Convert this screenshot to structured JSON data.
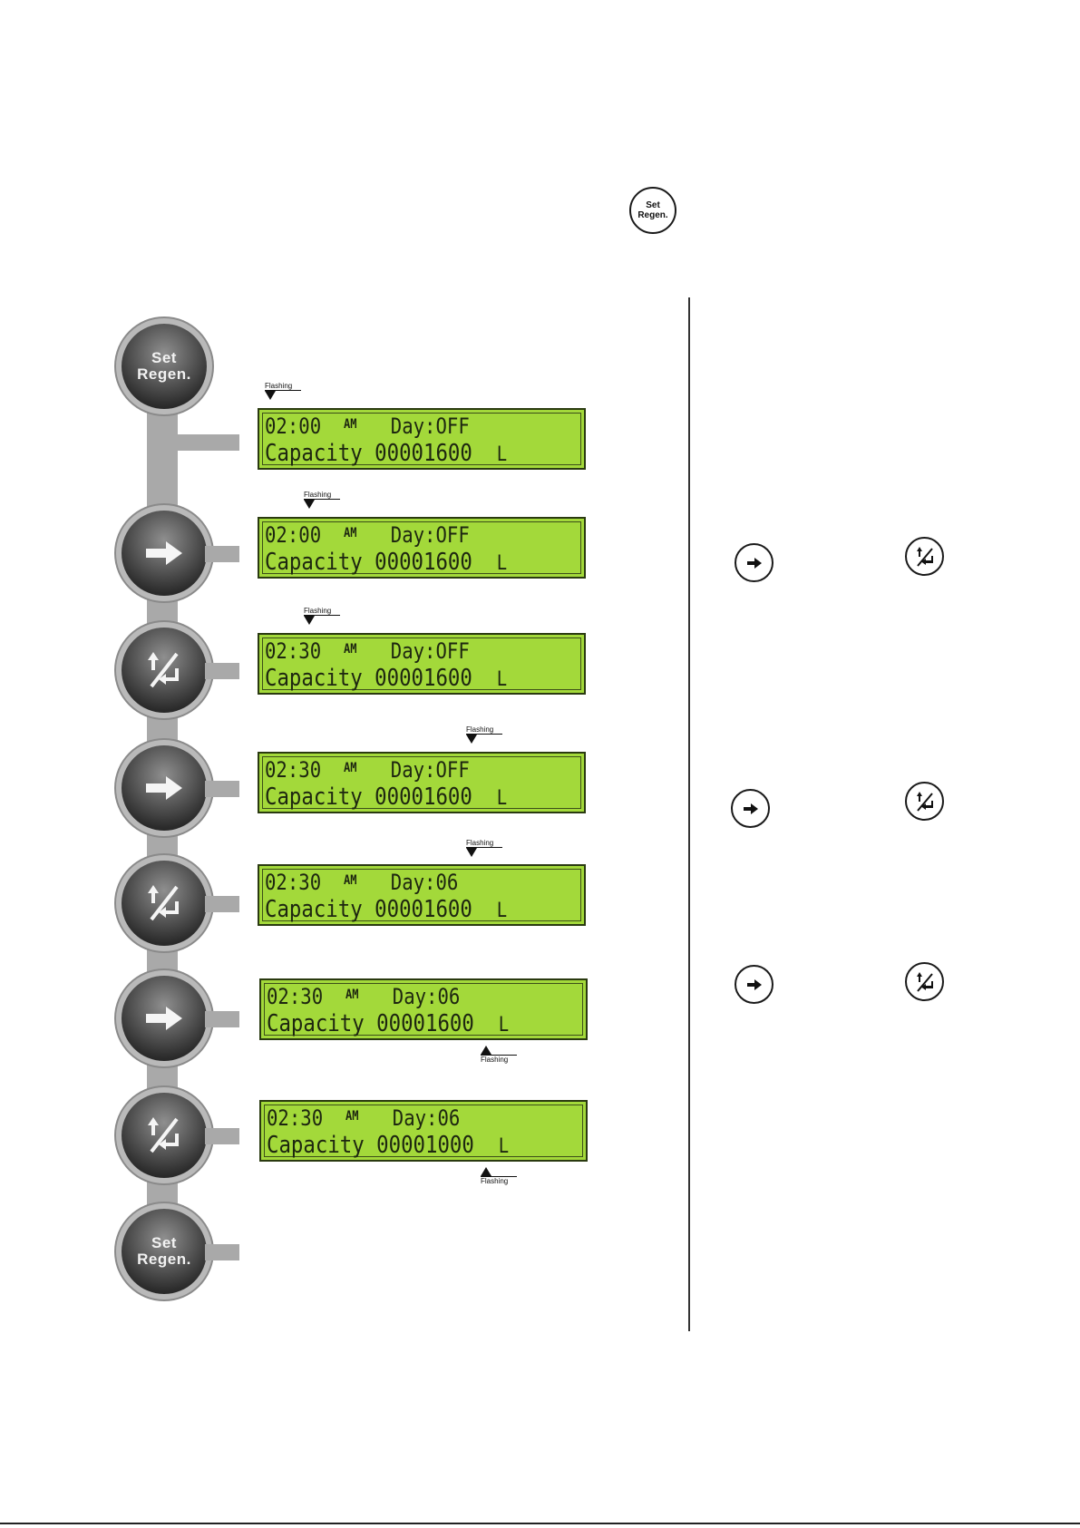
{
  "header_button": {
    "label_line1": "Set",
    "label_line2": "Regen."
  },
  "flow_buttons": [
    {
      "type": "set",
      "label_line1": "Set",
      "label_line2": "Regen."
    },
    {
      "type": "right"
    },
    {
      "type": "updown"
    },
    {
      "type": "right"
    },
    {
      "type": "updown"
    },
    {
      "type": "right"
    },
    {
      "type": "updown"
    },
    {
      "type": "set",
      "label_line1": "Set",
      "label_line2": "Regen."
    }
  ],
  "lcd_screens": [
    {
      "time": "02:00",
      "ampm": "AM",
      "day": "Day:OFF",
      "label": "Capacity",
      "value": "00001600",
      "unit": "L"
    },
    {
      "time": "02:00",
      "ampm": "AM",
      "day": "Day:OFF",
      "label": "Capacity",
      "value": "00001600",
      "unit": "L"
    },
    {
      "time": "02:30",
      "ampm": "AM",
      "day": "Day:OFF",
      "label": "Capacity",
      "value": "00001600",
      "unit": "L"
    },
    {
      "time": "02:30",
      "ampm": "AM",
      "day": "Day:OFF",
      "label": "Capacity",
      "value": "00001600",
      "unit": "L"
    },
    {
      "time": "02:30",
      "ampm": "AM",
      "day": "Day:06",
      "label": "Capacity",
      "value": "00001600",
      "unit": "L"
    },
    {
      "time": "02:30",
      "ampm": "AM",
      "day": "Day:06",
      "label": "Capacity",
      "value": "00001600",
      "unit": "L"
    },
    {
      "time": "02:30",
      "ampm": "AM",
      "day": "Day:06",
      "label": "Capacity",
      "value": "00001000",
      "unit": "L"
    }
  ],
  "flashing_label": "Flashing"
}
